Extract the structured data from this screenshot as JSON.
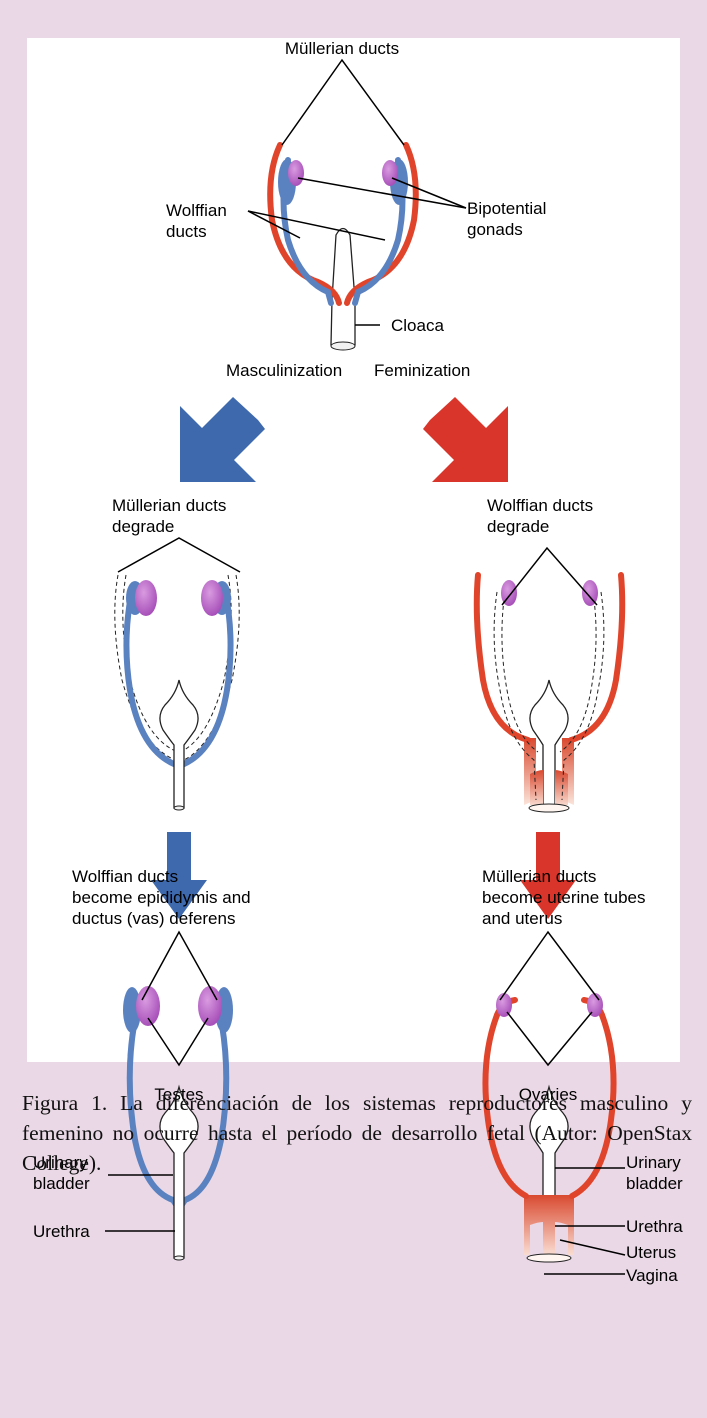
{
  "labels": {
    "mullerian_ducts": "Müllerian ducts",
    "wolffian_ducts_1": "Wolffian",
    "wolffian_ducts_2": "ducts",
    "bipotential_gonads_1": "Bipotential",
    "bipotential_gonads_2": "gonads",
    "cloaca": "Cloaca",
    "masculinization": "Masculinization",
    "feminization": "Feminization",
    "mullerian_degrade_1": "Müllerian ducts",
    "mullerian_degrade_2": "degrade",
    "wolffian_degrade_1": "Wolffian ducts",
    "wolffian_degrade_2": "degrade",
    "wolffian_become_1": "Wolffian ducts",
    "wolffian_become_2": "become epididymis and",
    "wolffian_become_3": "ductus (vas) deferens",
    "mullerian_become_1": "Müllerian ducts",
    "mullerian_become_2": "become uterine tubes",
    "mullerian_become_3": "and uterus",
    "testes": "Testes",
    "ovaries": "Ovaries",
    "urinary_bladder_left_1": "Urinary",
    "urinary_bladder_left_2": "bladder",
    "urethra_left": "Urethra",
    "urinary_bladder_right_1": "Urinary",
    "urinary_bladder_right_2": "bladder",
    "urethra_right": "Urethra",
    "uterus": "Uterus",
    "vagina": "Vagina"
  },
  "caption": "Figura 1. La diferenciación de los sistemas reproductores masculino y femenino no ocurre hasta el período de desarrollo fetal (Autor: OpenStax College).",
  "colors": {
    "background": "#ead8e6",
    "panel": "#ffffff",
    "wolffian_blue": "#5b82c0",
    "mullerian_red": "#e0452b",
    "gonad_purple": "#b45bc4",
    "arrow_blue": "#3e69ad",
    "arrow_red": "#d9352a"
  }
}
